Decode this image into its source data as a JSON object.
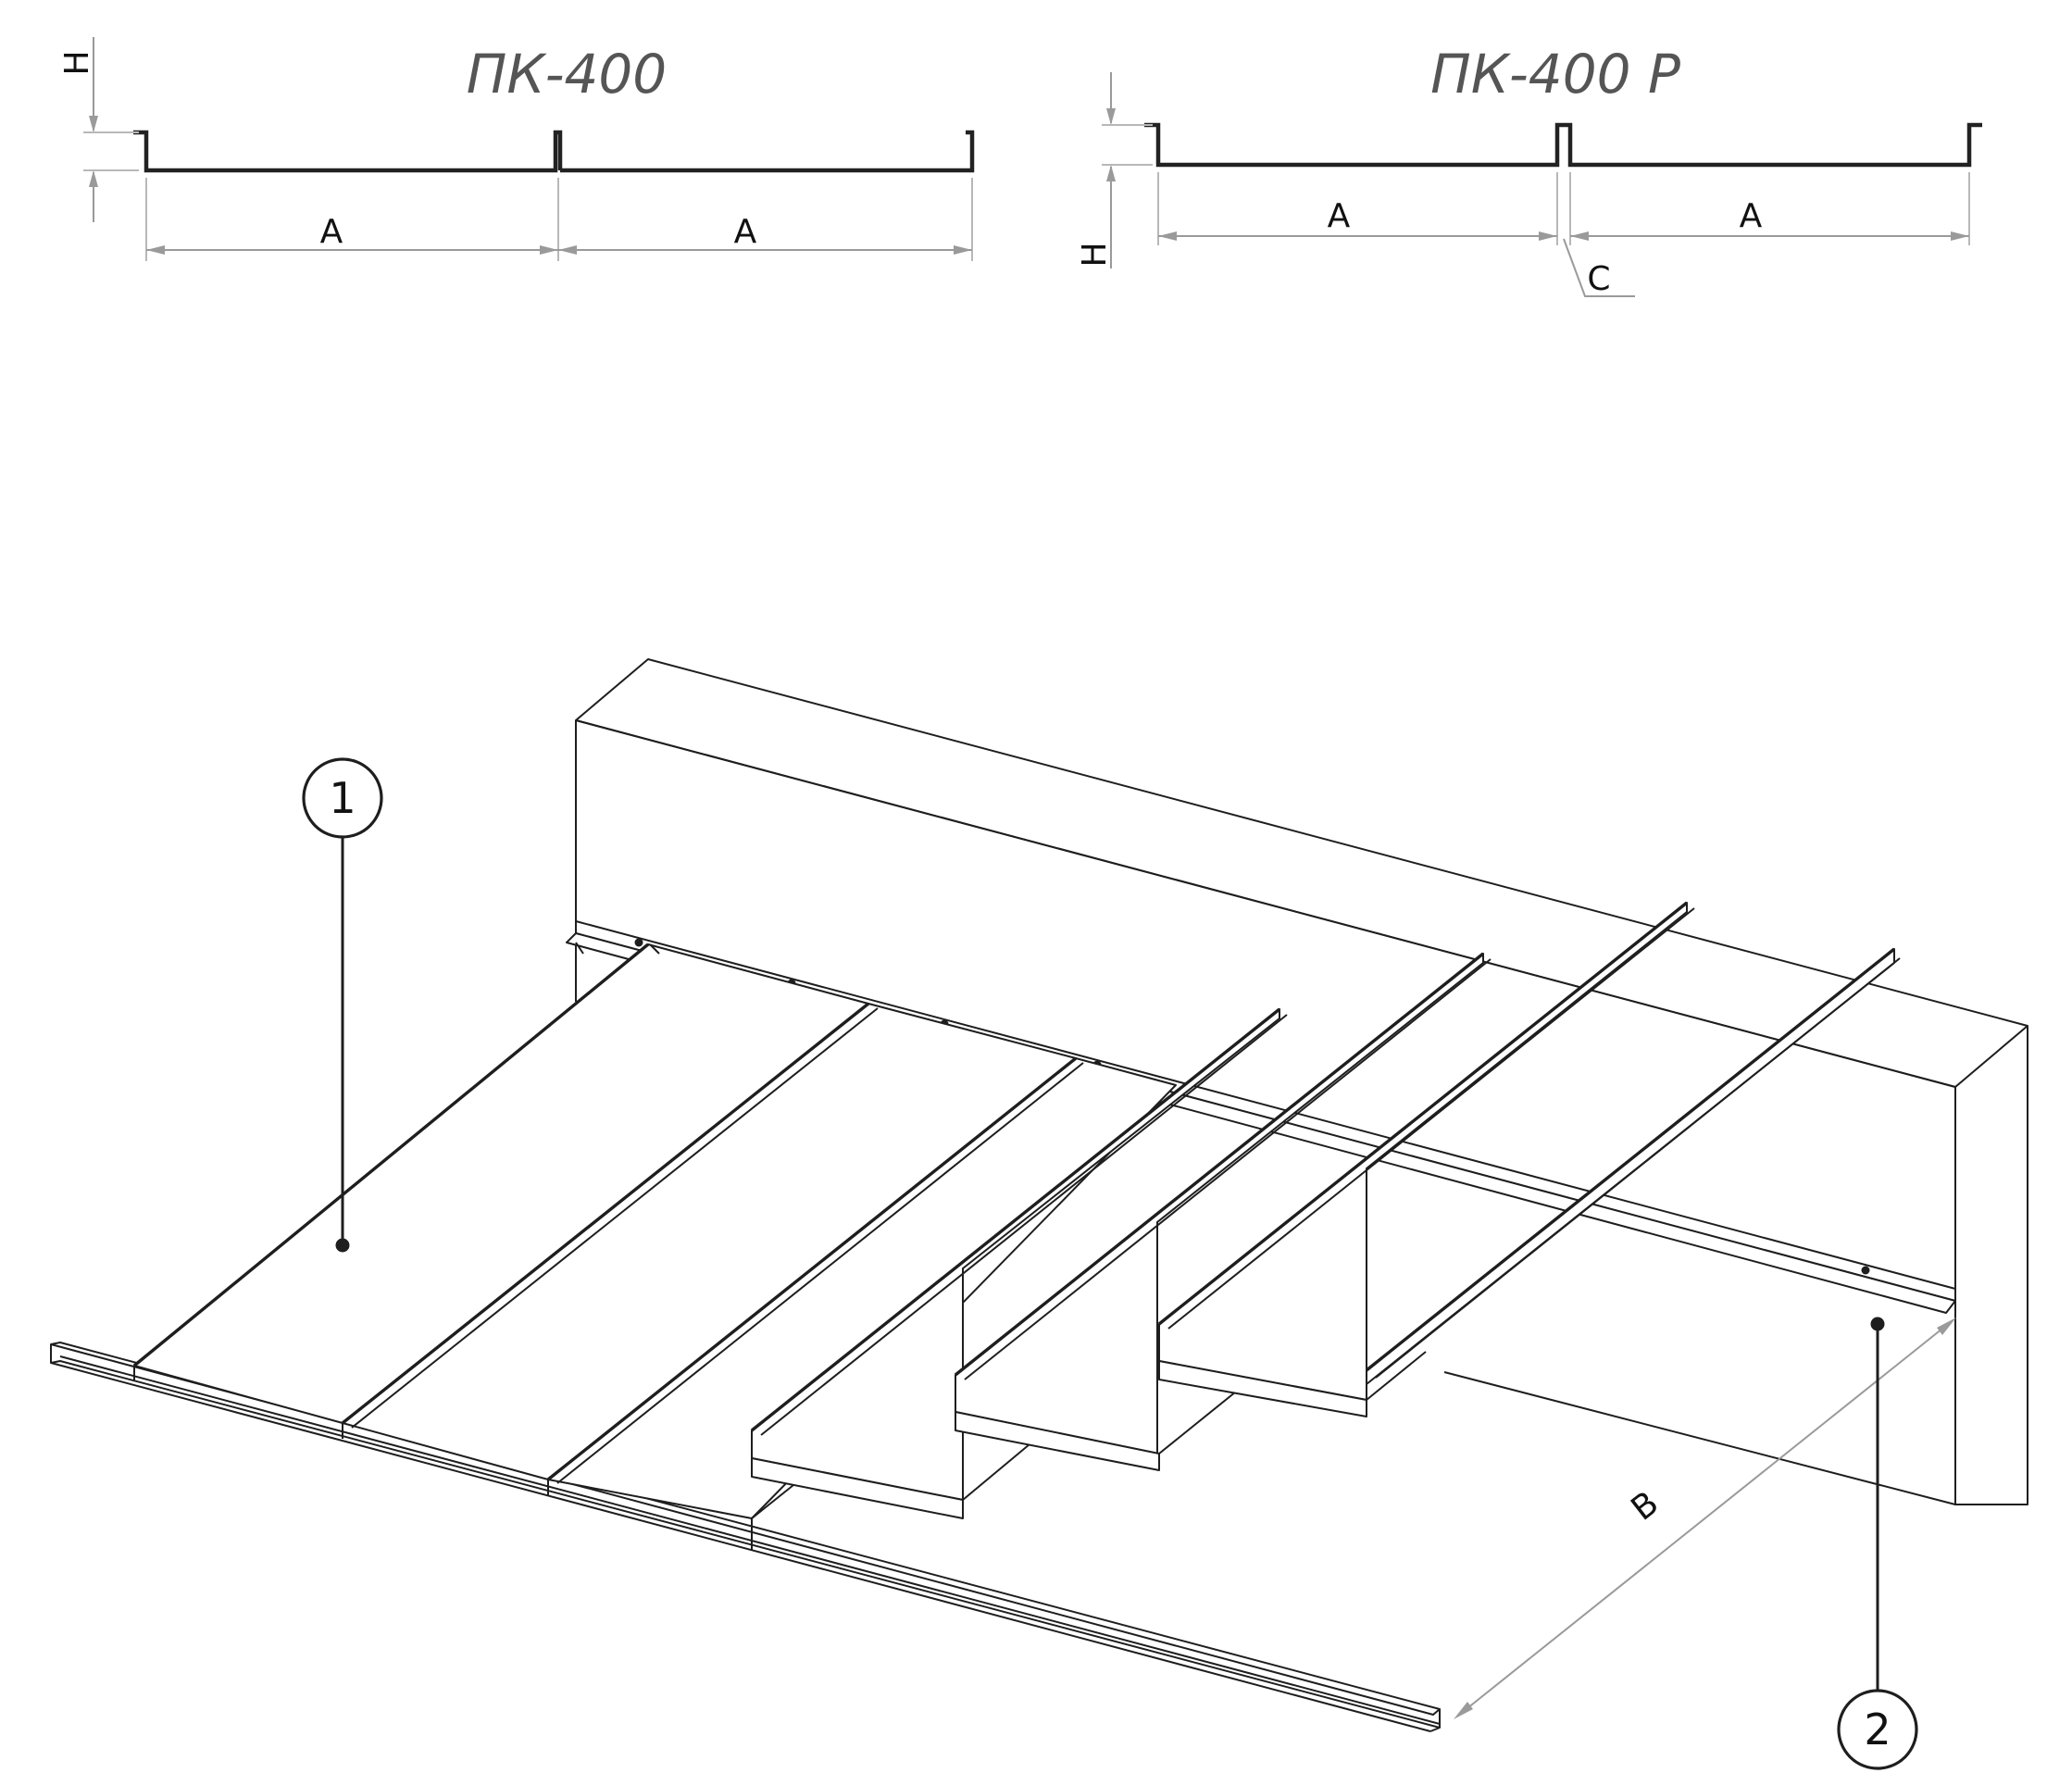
{
  "profiles": {
    "left": {
      "title": "ПК-400",
      "height_label": "H",
      "width_labels": [
        "A",
        "A"
      ]
    },
    "right": {
      "title": "ПК-400 P",
      "height_label": "H",
      "width_labels": [
        "A",
        "A"
      ],
      "gap_label": "C"
    }
  },
  "isometric": {
    "span_label": "B",
    "callouts": [
      "1",
      "2"
    ]
  }
}
